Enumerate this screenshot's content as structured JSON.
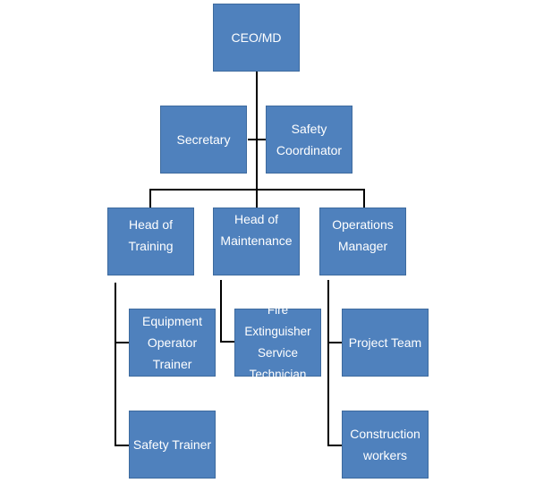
{
  "org_chart": {
    "ceo": "CEO/MD",
    "secretary": "Secretary",
    "safety_coordinator": "Safety\nCoordinator",
    "head_training": "Head of Training",
    "head_maintenance": "Head of\nMaintenance",
    "operations_manager": "Operations\nManager",
    "equipment_trainer": "Equipment\nOperator Trainer",
    "safety_trainer": "Safety Trainer",
    "fire_technician": "Fire Extinguisher\nService\nTechnician",
    "project_team": "Project Team",
    "construction_workers": "Construction\nworkers"
  },
  "colors": {
    "box_fill": "#4f81bd",
    "box_border": "#3d6a9e",
    "box_text": "#ffffff",
    "connector": "#000000"
  }
}
